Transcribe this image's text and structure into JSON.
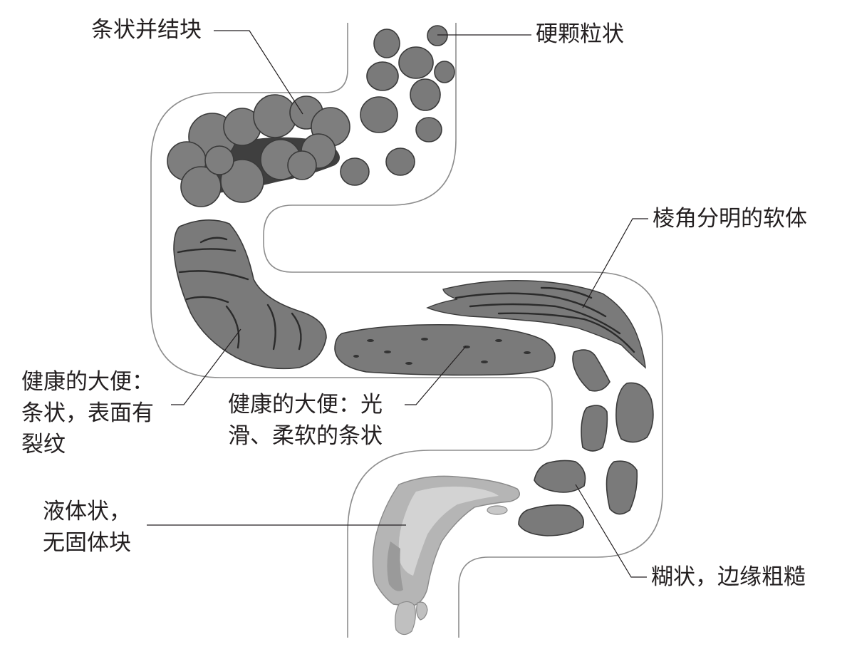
{
  "labels": {
    "sausage_lumpy": "条状并结块",
    "hard_pellets": "硬颗粒状",
    "soft_blobs": "棱角分明的软体",
    "healthy_cracked": [
      "健康的大便：",
      "条状，表面有",
      "裂纹"
    ],
    "healthy_smooth": [
      "健康的大便：光",
      "滑、柔软的条状"
    ],
    "liquid": [
      "液体状，",
      "无固体块"
    ],
    "mushy": "糊状，边缘粗糙"
  },
  "colors": {
    "stool_fill": "#7a7a7a",
    "stool_dark": "#555555",
    "liquid_fill": "#b5b5b5",
    "liquid_light": "#d2d2d2",
    "outline": "#8d8d8d",
    "text": "#231f20"
  }
}
